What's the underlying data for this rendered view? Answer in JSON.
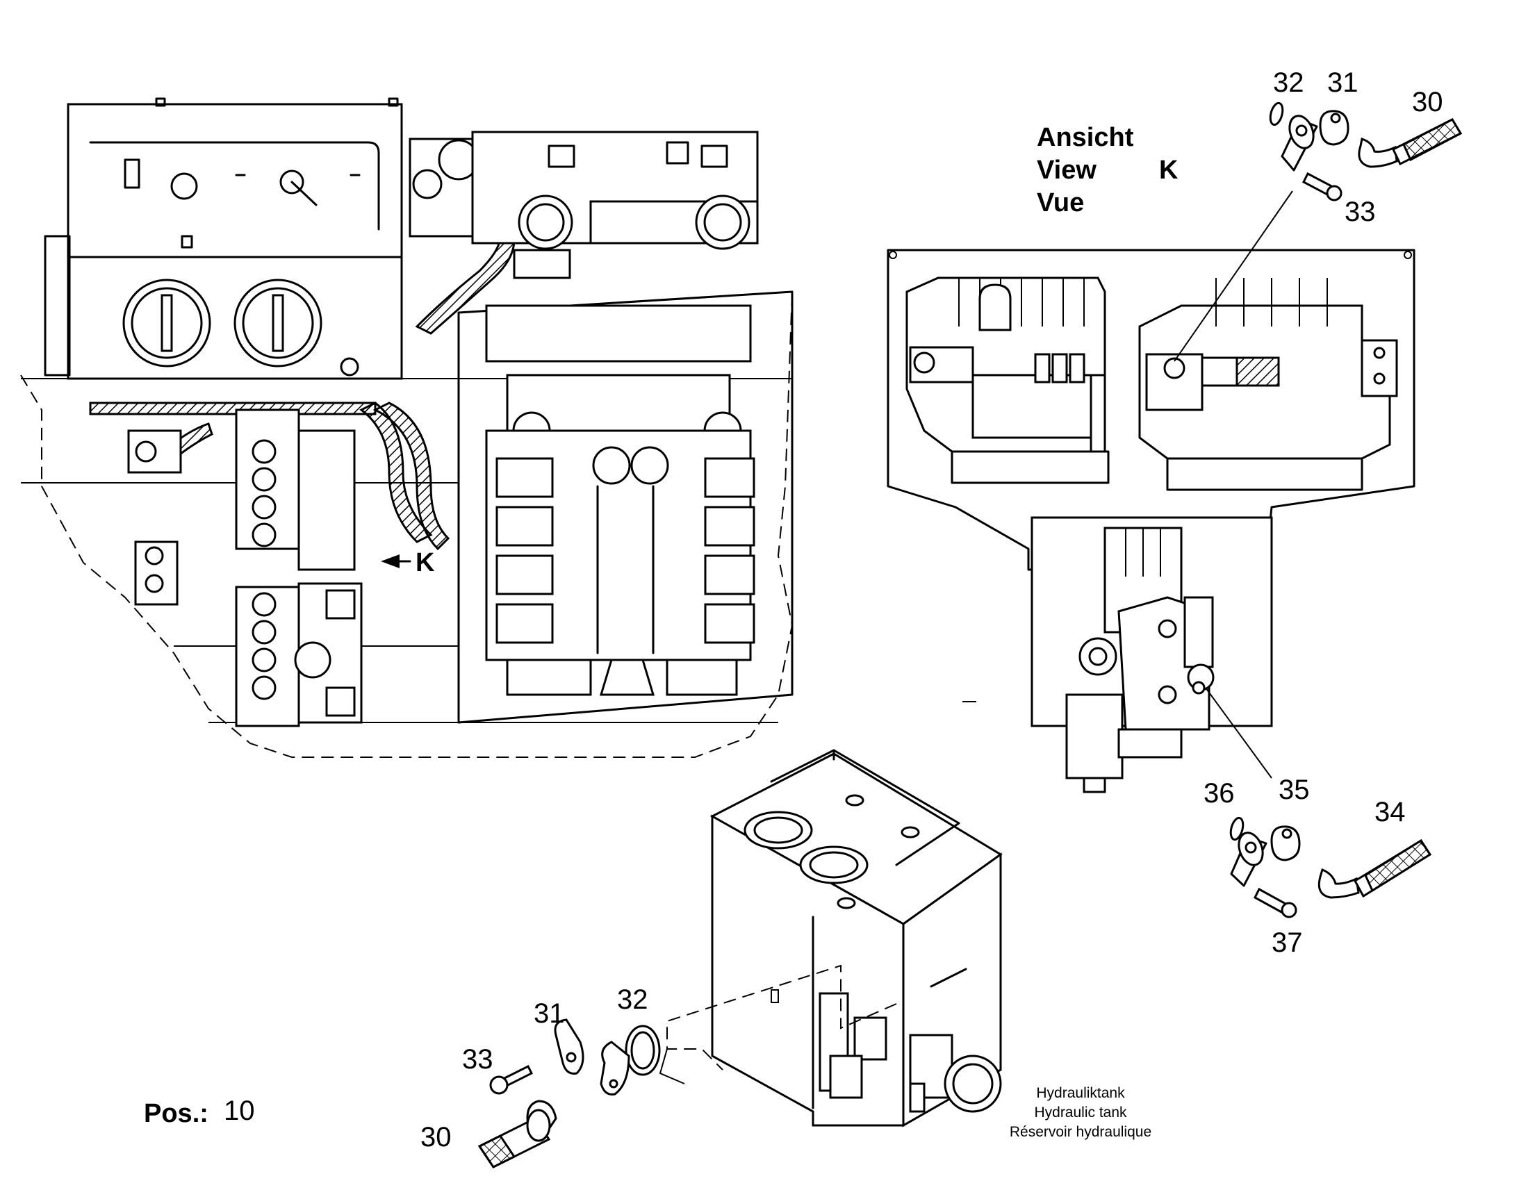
{
  "view": {
    "title_lines": [
      "Ansicht",
      "View",
      "Vue"
    ],
    "letter": "K",
    "arrow_label": "K"
  },
  "tank": {
    "caption_lines": [
      "Hydrauliktank",
      "Hydraulic tank",
      "Réservoir hydraulique"
    ]
  },
  "position": {
    "label": "Pos.:",
    "value": "10"
  },
  "callouts": {
    "top_right": [
      "30",
      "31",
      "32",
      "33"
    ],
    "right": [
      "34",
      "35",
      "36",
      "37"
    ],
    "bottom": [
      "30",
      "31",
      "32",
      "33"
    ]
  }
}
